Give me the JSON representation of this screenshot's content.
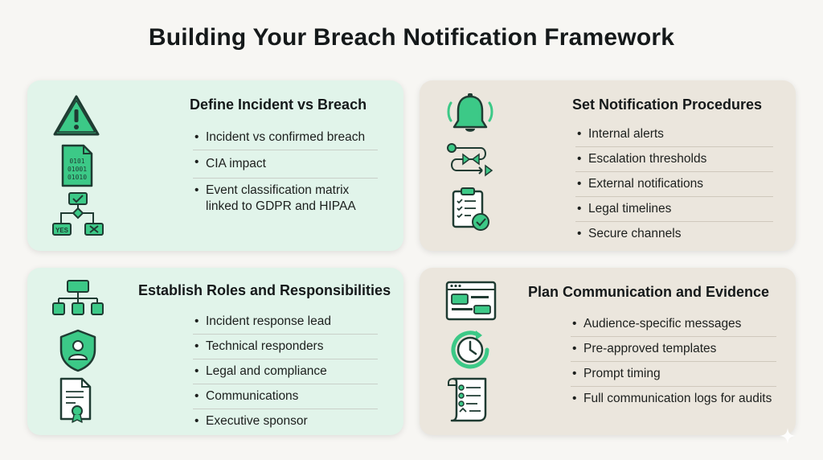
{
  "title": "Building Your Breach Notification Framework",
  "colors": {
    "accent_green": "#3cc987",
    "icon_stroke": "#1f3b32",
    "card_green": "#e1f4ea",
    "card_beige": "#ebe6dd"
  },
  "cards": [
    {
      "title": "Define Incident vs Breach",
      "icons": [
        "warning-icon",
        "binary-document-icon",
        "decision-flowchart-icon"
      ],
      "decision": {
        "yes": "YES"
      },
      "items": [
        "Incident vs confirmed breach",
        "CIA impact",
        "Event classification matrix linked to GDPR and HIPAA"
      ]
    },
    {
      "title": "Set Notification Procedures",
      "icons": [
        "bell-icon",
        "escalation-path-icon",
        "clipboard-check-icon"
      ],
      "items": [
        "Internal alerts",
        "Escalation thresholds",
        "External notifications",
        "Legal timelines",
        "Secure channels"
      ]
    },
    {
      "title": "Establish Roles and Responsibilities",
      "icons": [
        "org-chart-icon",
        "shield-user-icon",
        "certificate-icon"
      ],
      "items": [
        "Incident response lead",
        "Technical responders",
        "Legal and compliance",
        "Communications",
        "Executive sponsor"
      ]
    },
    {
      "title": "Plan Communication and Evidence",
      "icons": [
        "browser-window-icon",
        "clock-refresh-icon",
        "log-scroll-icon"
      ],
      "items": [
        "Audience-specific messages",
        "Pre-approved templates",
        "Prompt timing",
        "Full communication logs for audits"
      ]
    }
  ]
}
